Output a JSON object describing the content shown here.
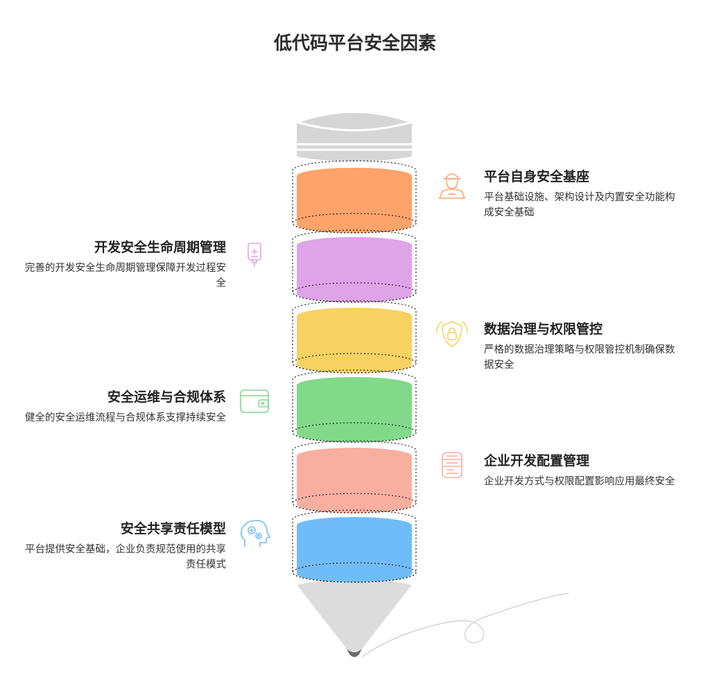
{
  "title": "低代码平台安全因素",
  "sections": [
    {
      "title": "平台自身安全基座",
      "desc": "平台基础设施、架构设计及内置安全功能构成安全基础",
      "color": "#FEA36A",
      "icon": "worker-icon",
      "side": "right"
    },
    {
      "title": "开发安全生命周期管理",
      "desc": "完善的开发安全生命周期管理保障开发过程安全",
      "color": "#DFA3E7",
      "icon": "iv-bag-icon",
      "side": "left"
    },
    {
      "title": "数据治理与权限管控",
      "desc": "严格的数据治理策略与权限管控机制确保数据安全",
      "color": "#F7D162",
      "icon": "shield-lock-icon",
      "side": "right"
    },
    {
      "title": "安全运维与合规体系",
      "desc": "健全的安全运维流程与合规体系支撑持续安全",
      "color": "#82D98A",
      "icon": "wallet-icon",
      "side": "left"
    },
    {
      "title": "企业开发配置管理",
      "desc": "企业开发方式与权限配置影响应用最终安全",
      "color": "#F8AFA0",
      "icon": "database-icon",
      "side": "right"
    },
    {
      "title": "安全共享责任模型",
      "desc": "平台提供安全基础，企业负责规范使用的共享责任模式",
      "color": "#70BCF8",
      "icon": "head-gears-icon",
      "side": "left"
    }
  ]
}
